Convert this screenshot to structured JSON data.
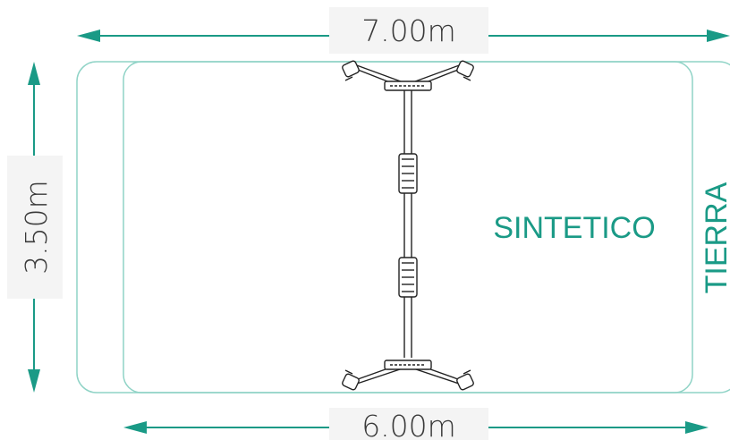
{
  "dimensions": {
    "top_width": "7.00m",
    "bottom_width": "6.00m",
    "height": "3.50m"
  },
  "zones": {
    "inner": "SINTETICO",
    "outer": "TIERRA"
  },
  "colors": {
    "accent": "#1a9a86",
    "outline": "#8fd3c6",
    "dim_text": "#3a3a3a",
    "label_bg": "#f4f4f4",
    "structure": "#222222"
  }
}
